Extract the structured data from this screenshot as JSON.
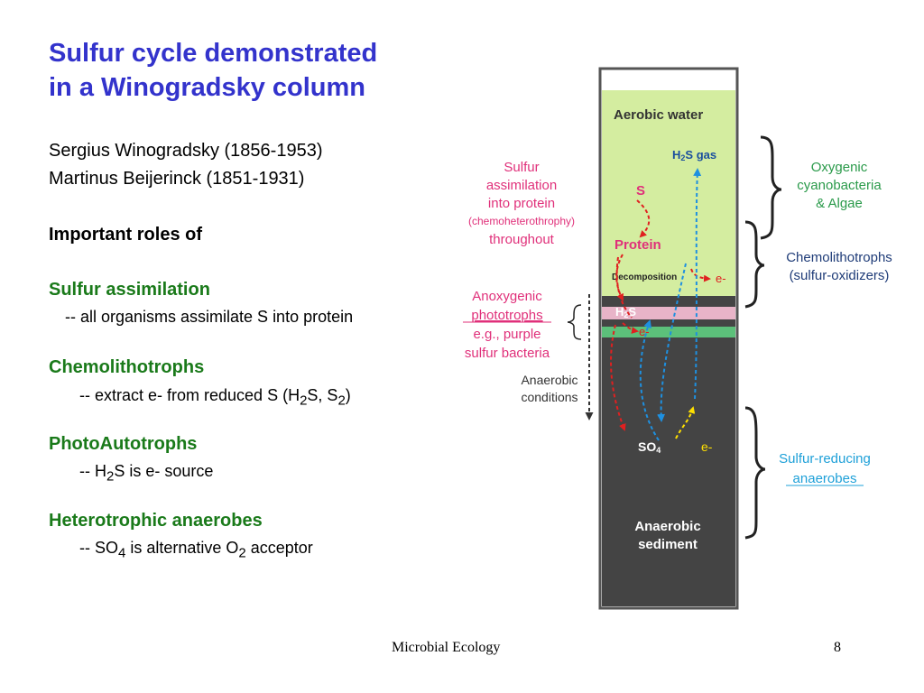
{
  "title": {
    "line1": "Sulfur cycle demonstrated",
    "line2": "in a Winogradsky column"
  },
  "scientists": [
    "Sergius Winogradsky (1856-1953)",
    "Martinus  Beijerinck (1851-1931)"
  ],
  "roles_heading": "Important roles of",
  "roles": [
    {
      "heading": "Sulfur assimilation",
      "detail": "-- all organisms assimilate S into protein"
    },
    {
      "heading": "Chemolithotrophs",
      "detail_parts": [
        "-- extract e- from reduced S (H",
        "2",
        "S, S",
        "2",
        ")"
      ]
    },
    {
      "heading": "PhotoAutotrophs",
      "detail_parts": [
        "-- H",
        "2",
        "S is e- source"
      ]
    },
    {
      "heading": "Heterotrophic anaerobes",
      "detail_parts": [
        "-- SO",
        "4",
        " is alternative O",
        "2",
        " acceptor"
      ]
    }
  ],
  "diagram": {
    "column": {
      "aerobic_water": "Aerobic water",
      "anaerobic_sediment": [
        "Anaerobic",
        "sediment"
      ]
    },
    "labels": {
      "h2s_gas": {
        "main": "H",
        "sub": "2",
        "rest": "S gas"
      },
      "s": "S",
      "protein": "Protein",
      "decomposition": "Decomposition",
      "e_upper": "e-",
      "h2s_band": {
        "main": "H",
        "sub": "2",
        "rest": "S"
      },
      "e_band": "e-",
      "so4": {
        "main": "SO",
        "sub": "4"
      },
      "e_lower": "e-"
    },
    "left_annotations": {
      "sulfur_assimilation": [
        "Sulfur",
        "assimilation",
        "into protein",
        "(chemoheterothrophy)",
        "throughout"
      ],
      "anoxygenic": [
        "Anoxygenic",
        "phototrophs",
        "e.g., purple",
        "sulfur bacteria"
      ],
      "anaerobic_conditions": [
        "Anaerobic",
        "conditions"
      ]
    },
    "right_annotations": {
      "oxygenic": [
        "Oxygenic",
        "cyanobacteria",
        "& Algae"
      ],
      "chemolithotrophs": [
        "Chemolithotrophs",
        "(sulfur-oxidizers)"
      ],
      "sulfur_reducing": [
        "Sulfur-reducing",
        "anaerobes"
      ]
    },
    "colors": {
      "title_blue": "#3333cc",
      "section_green": "#1a7a1a",
      "aerobic_green": "#d4eda0",
      "sediment_dark": "#444444",
      "pink_band": "#e8b4c8",
      "green_band": "#5cc07a",
      "red_arrow": "#e02020",
      "blue_arrow": "#1e90e0",
      "yellow_arrow": "#ffe000",
      "annotation_pink": "#e0307a",
      "annotation_green": "#2a9a4a",
      "annotation_navy": "#1f3c78",
      "annotation_cyan": "#1ea0d8"
    }
  },
  "footer": {
    "course": "Microbial Ecology",
    "page": "8"
  }
}
